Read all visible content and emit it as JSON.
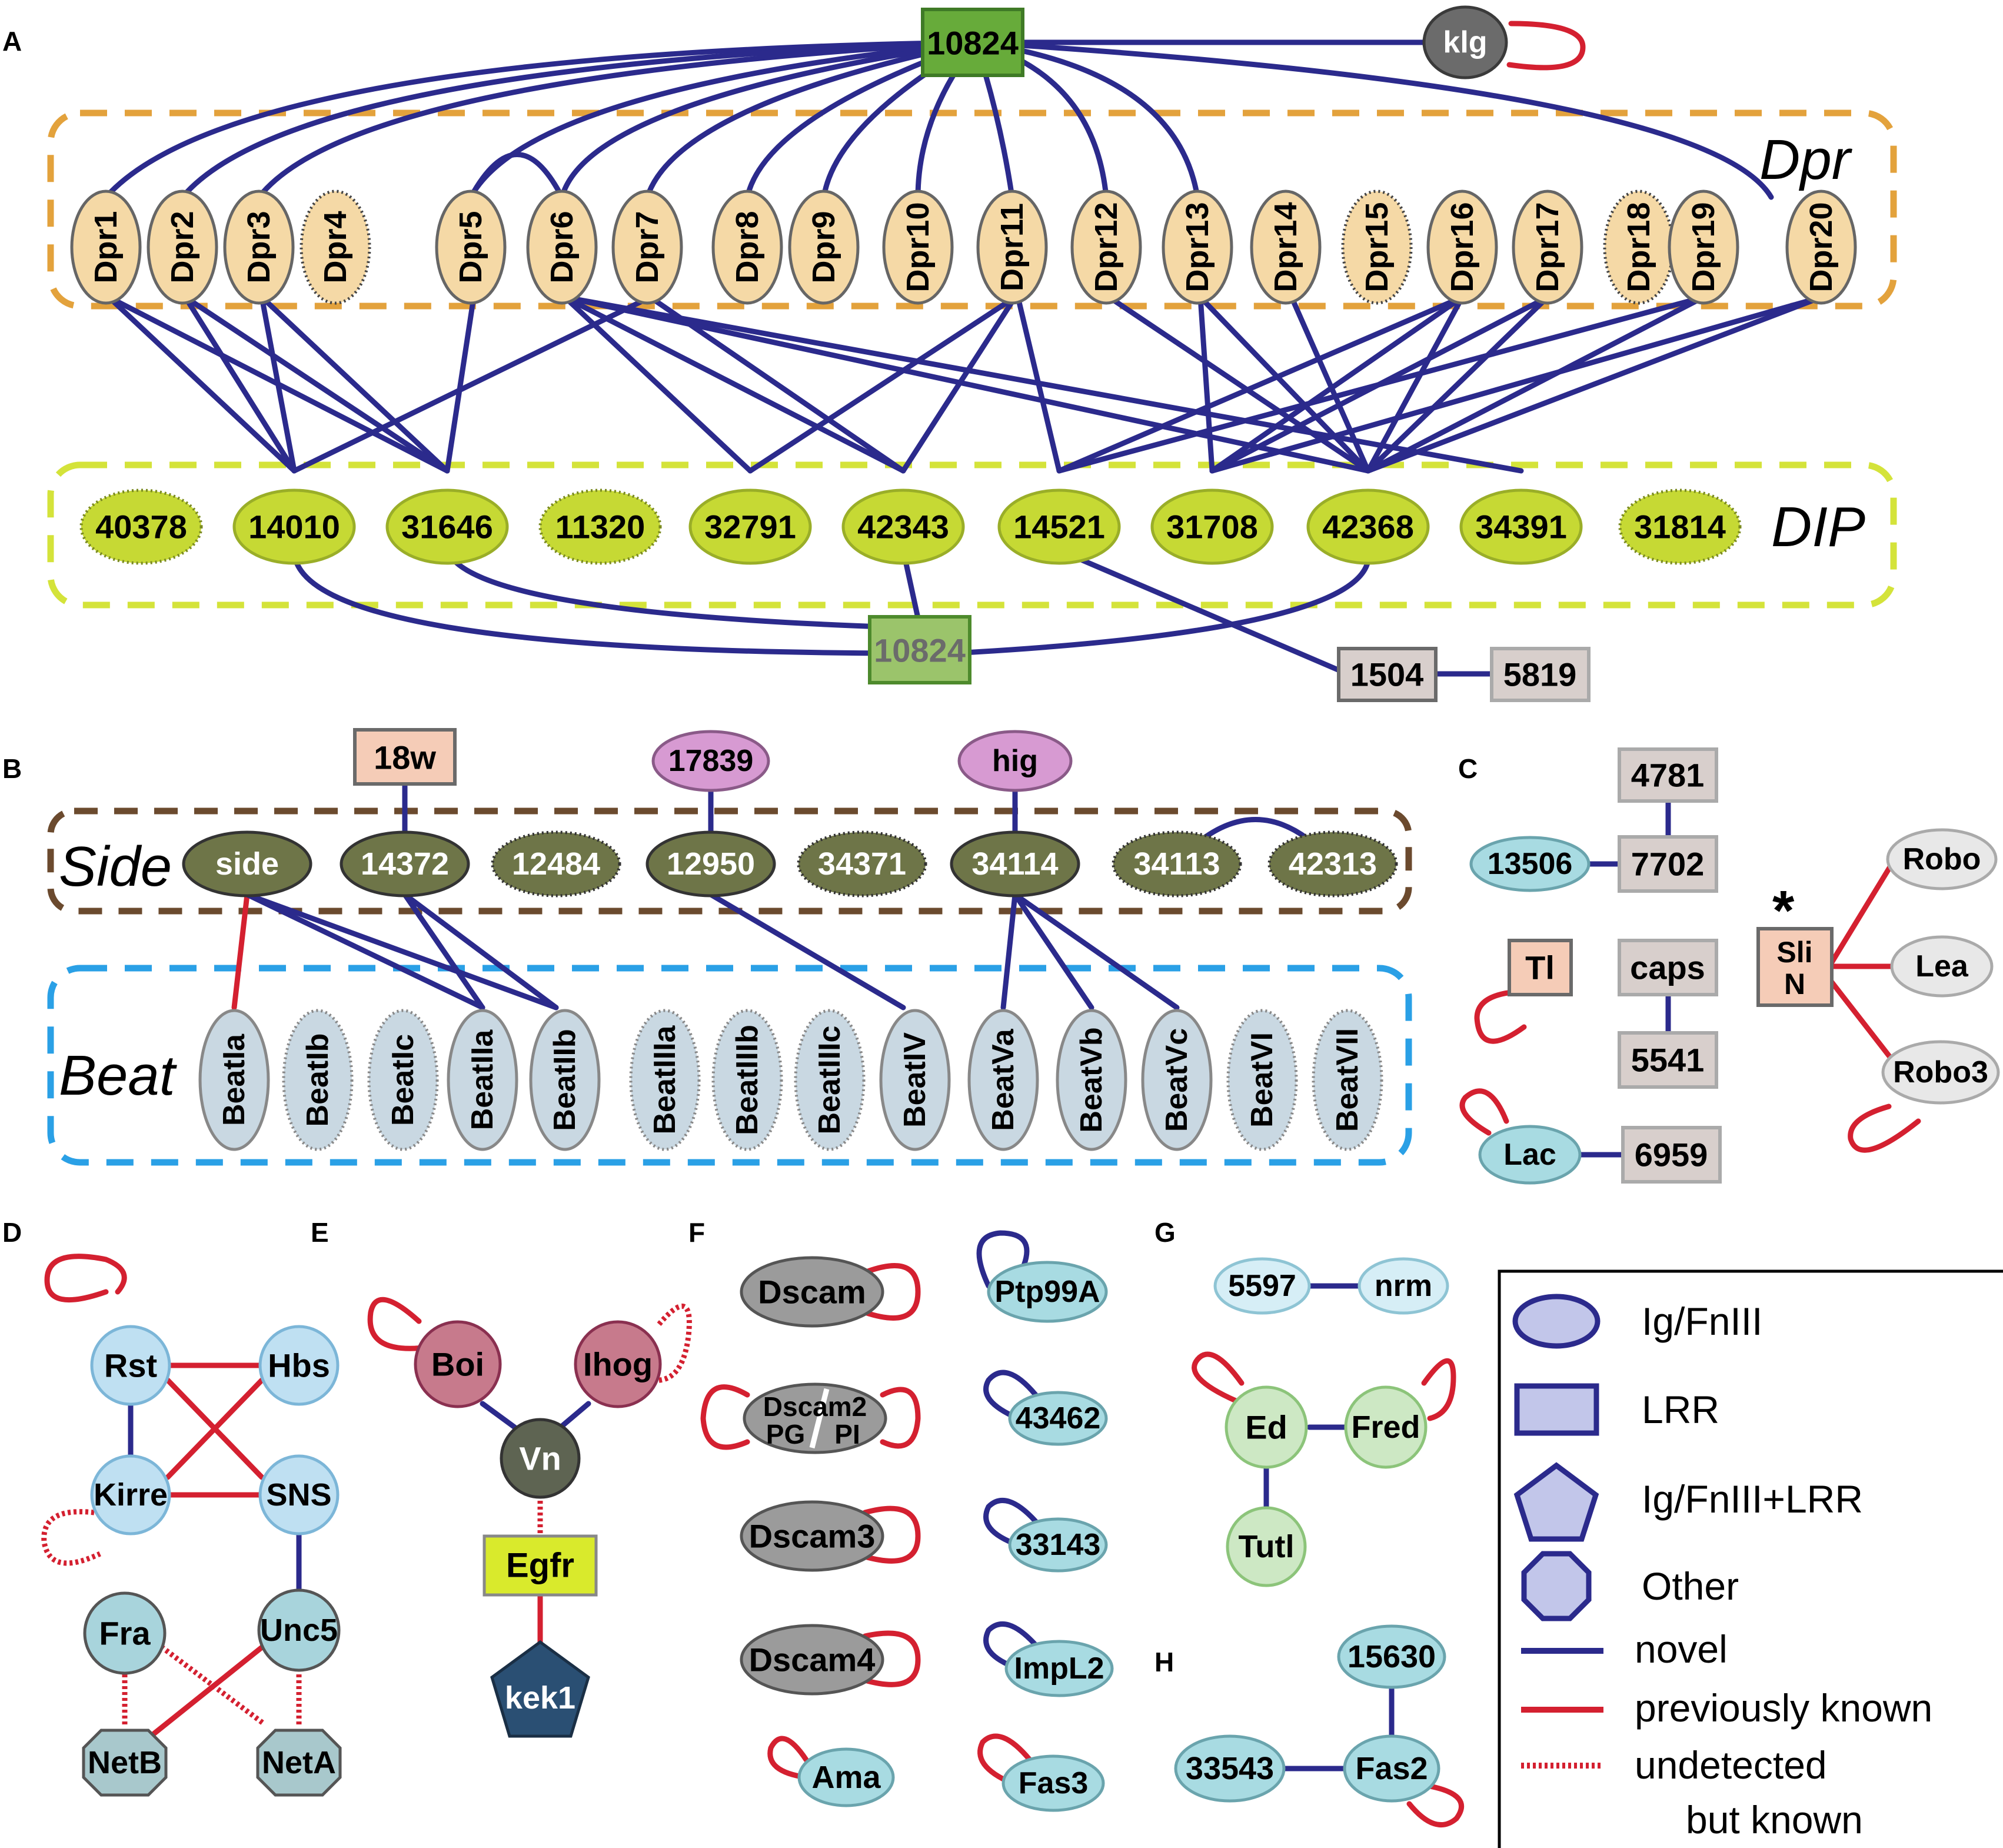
{
  "panels": {
    "a": "A",
    "b": "B",
    "c": "C",
    "d": "D",
    "e": "E",
    "f": "F",
    "g": "G",
    "h": "H"
  },
  "groups": {
    "dpr": "Dpr",
    "dip": "DIP",
    "side": "Side",
    "beat": "Beat"
  },
  "panel_a": {
    "hub_top": "10824",
    "klg": "klg",
    "dpr": [
      "Dpr1",
      "Dpr2",
      "Dpr3",
      "Dpr4",
      "Dpr5",
      "Dpr6",
      "Dpr7",
      "Dpr8",
      "Dpr9",
      "Dpr10",
      "Dpr11",
      "Dpr12",
      "Dpr13",
      "Dpr14",
      "Dpr15",
      "Dpr16",
      "Dpr17",
      "Dpr18",
      "Dpr19",
      "Dpr20"
    ],
    "dip": [
      "40378",
      "14010",
      "31646",
      "11320",
      "32791",
      "42343",
      "14521",
      "31708",
      "42368",
      "34391",
      "31814"
    ],
    "hub_bottom": "10824",
    "n1504": "1504",
    "n5819": "5819"
  },
  "panel_b": {
    "top": {
      "n18w": "18w",
      "n17839": "17839",
      "hig": "hig"
    },
    "side": [
      "side",
      "14372",
      "12484",
      "12950",
      "34371",
      "34114",
      "34113",
      "42313"
    ],
    "beat": [
      "BeatIa",
      "BeatIb",
      "BeatIc",
      "BeatIIa",
      "BeatIIb",
      "BeatIIIa",
      "BeatIIIb",
      "BeatIIIc",
      "BeatIV",
      "BeatVa",
      "BeatVb",
      "BeatVc",
      "BeatVI",
      "BeatVII"
    ]
  },
  "panel_c": {
    "n4781": "4781",
    "n13506": "13506",
    "n7702": "7702",
    "tl": "Tl",
    "caps": "caps",
    "n5541": "5541",
    "lac": "Lac",
    "n6959": "6959",
    "star": "*",
    "sli1": "Sli",
    "sli2": "N",
    "robo": "Robo",
    "lea": "Lea",
    "robo3": "Robo3"
  },
  "panel_d": {
    "rst": "Rst",
    "hbs": "Hbs",
    "kirre": "Kirre",
    "sns": "SNS",
    "fra": "Fra",
    "unc5": "Unc5",
    "netb": "NetB",
    "neta": "NetA"
  },
  "panel_e": {
    "boi": "Boi",
    "ihog": "Ihog",
    "vn": "Vn",
    "egfr": "Egfr",
    "kek1": "kek1"
  },
  "panel_f": {
    "dscam": "Dscam",
    "dscam2a": "Dscam2",
    "dscam2b": "PG",
    "dscam2c": "PI",
    "dscam3": "Dscam3",
    "dscam4": "Dscam4",
    "ama": "Ama",
    "ptp99a": "Ptp99A",
    "n43462": "43462",
    "n33143": "33143",
    "impl2": "ImpL2",
    "fas3": "Fas3"
  },
  "panel_g": {
    "n5597": "5597",
    "nrm": "nrm",
    "ed": "Ed",
    "fred": "Fred",
    "tutl": "Tutl"
  },
  "panel_h": {
    "n15630": "15630",
    "n33543": "33543",
    "fas2": "Fas2"
  },
  "legend": {
    "ig": "Ig/FnIII",
    "lrr": "LRR",
    "iglrr": "Ig/FnIII+LRR",
    "other": "Other",
    "novel": "novel",
    "known": "previously known",
    "undet1": "undetected",
    "undet2": "but known"
  },
  "colors": {
    "novel": "#2b2a8c",
    "known": "#d42030",
    "dpr_fill": "#f5d9a6",
    "dip_fill": "#c6d934",
    "side_fill": "#6e7548",
    "beat_fill": "#c9d8e2"
  }
}
